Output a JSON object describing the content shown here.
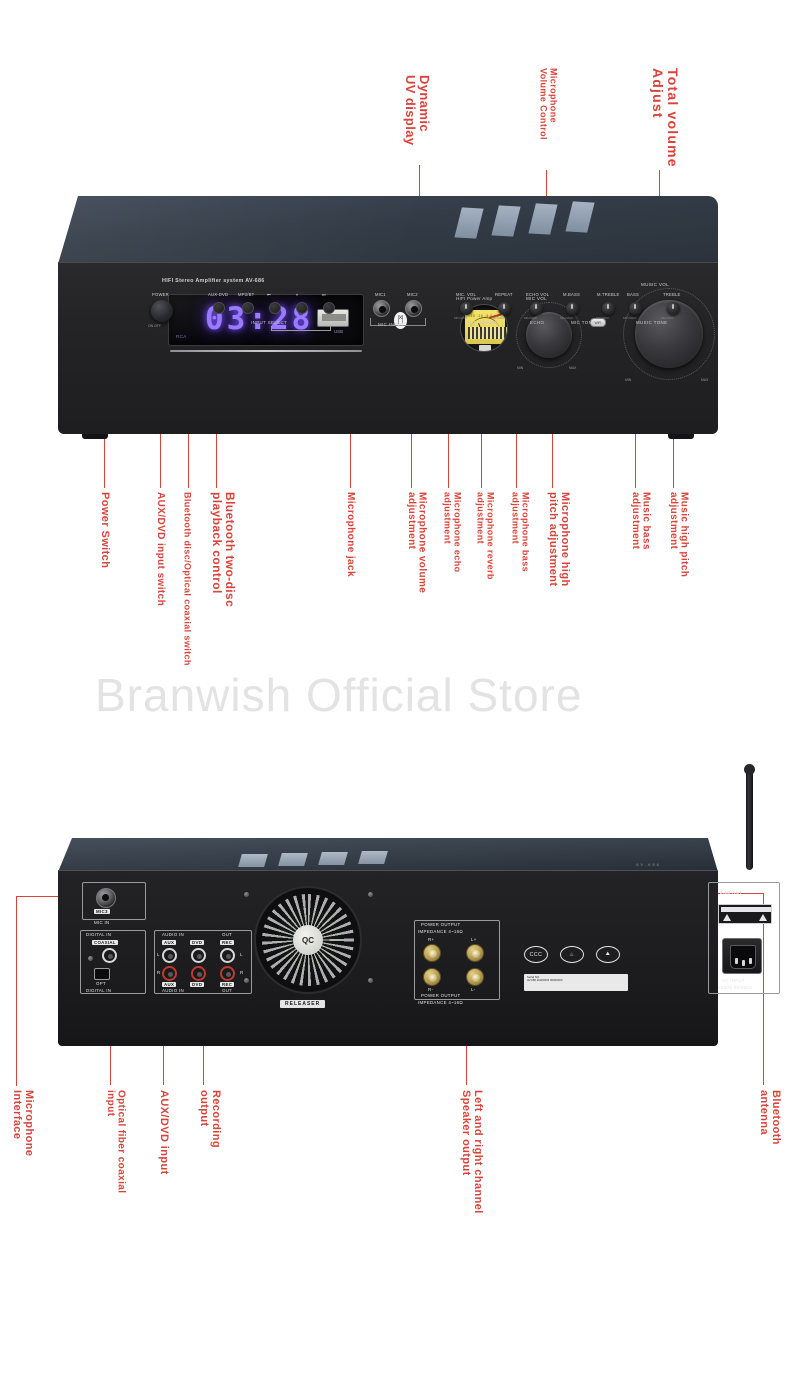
{
  "watermark": "Branwish Official Store",
  "front": {
    "brand_line": "HIFI Stereo Amplifier system AV-686",
    "display": {
      "time": "03:28",
      "source_label": "RCA",
      "usb_label": "USB"
    },
    "bluetooth_icon_glyph": "ᛗ",
    "vu_meter": {
      "title": "HIFI Power Amp",
      "scale": "-20 -10 -5 0 +3",
      "unit": "dB"
    },
    "knobs": {
      "mic_vol_label": "MIC VOL",
      "music_vol_label": "MUSIC VOL",
      "min_label": "MIN",
      "max_label": "MAX"
    },
    "power": {
      "label": "POWER",
      "on_off": "ON            OFF"
    },
    "input_select": {
      "group_label": "INPUT SELECT",
      "buttons": [
        {
          "label": "AUX-DVD"
        },
        {
          "label": "MP3/BT"
        },
        {
          "label": "⏮"
        },
        {
          "label": "⏸"
        },
        {
          "label": "⏭"
        }
      ]
    },
    "mic_jacks": {
      "jack1": "MIC1",
      "jack2": "MIC2",
      "group": "MIC INPUT"
    },
    "small_knobs": [
      {
        "label": "MIC. VOL",
        "scale": "MIN       MAX"
      },
      {
        "label": "REPEAT",
        "scale": "MIN       MAX"
      },
      {
        "label": "ECHO VOL",
        "scale": "MIN       MAX"
      },
      {
        "label": "M.BASS",
        "scale": "MIN       MAX"
      },
      {
        "label": "M.TREBLE",
        "scale": "MIN       MAX"
      },
      {
        "label": "BASS",
        "scale": "MIN       MAX"
      },
      {
        "label": "TREBLE",
        "scale": "MIN       MAX"
      }
    ],
    "group_labels": {
      "mic_adjust": "MIC ADJUST",
      "echo": "ECHO",
      "mic_tone": "MIC TONE",
      "music_tone": "MUSIC TONE"
    },
    "wifi_button": "WIFI"
  },
  "rear": {
    "mic_in": {
      "jack": "MIC3",
      "caption": "MIC IN"
    },
    "digital_in": {
      "title_top": "DIGITAL IN",
      "title_bottom": "DIGITAL IN",
      "coaxial": "COAXIAL",
      "optical": "OPT"
    },
    "audio_in": {
      "title_top": "AUDIO IN",
      "title_bottom": "AUDIO IN",
      "out_top": "OUT",
      "out_bottom": "OUT",
      "aux_top": "AUX",
      "aux_bottom": "AUX",
      "dvd_top": "DVD",
      "dvd_bottom": "DVD",
      "rec_top": "REC",
      "rec_bottom": "REC",
      "left_mark": "L",
      "right_mark": "R"
    },
    "fan": {
      "qc": "QC",
      "releaser": "RELEASER"
    },
    "power_output": {
      "title_top": "POWER OUTPUT",
      "impedance_top": "IMPEDANCE 4~16Ω",
      "title_bottom": "POWER OUTPUT",
      "impedance_bottom": "IMPEDANCE 4~16Ω",
      "terminals": [
        "R+",
        "L+",
        "R-",
        "L-"
      ]
    },
    "certifications": [
      "CCC",
      "♨",
      "⛰"
    ],
    "serial_label": "Serial NO.",
    "serial_value": "AV-686  20220315  00000000",
    "antenna_label": "2.4G ANT",
    "ac_input": {
      "line1": "AC INPUT",
      "line2": "~220V 50/60Hz"
    },
    "model_text": "AV-686"
  },
  "annotations": {
    "front_top": [
      {
        "text": "Dynamic\nUV display"
      },
      {
        "text": "Microphone\nVolume Control"
      },
      {
        "text": "Total volume\nAdjust"
      }
    ],
    "front_bottom": [
      {
        "text": "Power Switch"
      },
      {
        "text": "AUX/DVD input switch"
      },
      {
        "text": "Bluetooth disc/Optical coaxial switch"
      },
      {
        "text": "Bluetooth two-disc\nplayback control"
      },
      {
        "text": "Microphone jack"
      },
      {
        "text": "Microphone volume\nadjustment"
      },
      {
        "text": "Microphone echo\nadjustment"
      },
      {
        "text": "Microphone reverb\nadjustment"
      },
      {
        "text": "Microphone bass\nadjustment"
      },
      {
        "text": "Microphone high\npitch adjustment"
      },
      {
        "text": "Music bass\nadjustment"
      },
      {
        "text": "Music high pitch\nadjustment"
      }
    ],
    "rear_bottom": [
      {
        "text": "Microphone\nInterface"
      },
      {
        "text": "Optical fiber coaxial\ninput"
      },
      {
        "text": "AUX/DVD input"
      },
      {
        "text": "Recording\noutput"
      },
      {
        "text": "Left and right channel\nSpeaker output"
      },
      {
        "text": "Bluetooth\nantenna"
      }
    ]
  },
  "colors": {
    "annotation_red": "#d8443a",
    "dot_red": "#e2342b",
    "led_purple": "#9a7bff",
    "watermark_gray": "#e3e3e3"
  }
}
